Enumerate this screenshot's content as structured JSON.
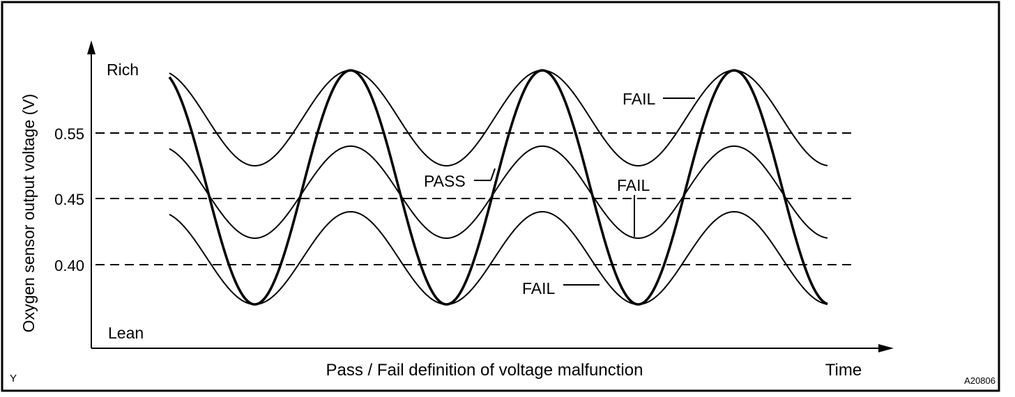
{
  "chart_data": {
    "type": "line",
    "ylabel": "Oxygen sensor output voltage (V)",
    "xlabel": "Pass / Fail definition of voltage malfunction",
    "x_end_label": "Time",
    "y_top_label": "Rich",
    "y_bottom_label": "Lean",
    "y_ticks": [
      "0.55",
      "0.45",
      "0.40"
    ],
    "threshold_lines": [
      0.55,
      0.45,
      0.4
    ],
    "series": [
      {
        "label": "PASS",
        "min": 0.37,
        "max": 0.65,
        "emphasis": true
      },
      {
        "label": "FAIL",
        "min": 0.5,
        "max": 0.65
      },
      {
        "label": "FAIL",
        "min": 0.42,
        "max": 0.53
      },
      {
        "label": "FAIL",
        "min": 0.37,
        "max": 0.44
      }
    ]
  },
  "corner_left": "Y",
  "figure_id": "A20806"
}
